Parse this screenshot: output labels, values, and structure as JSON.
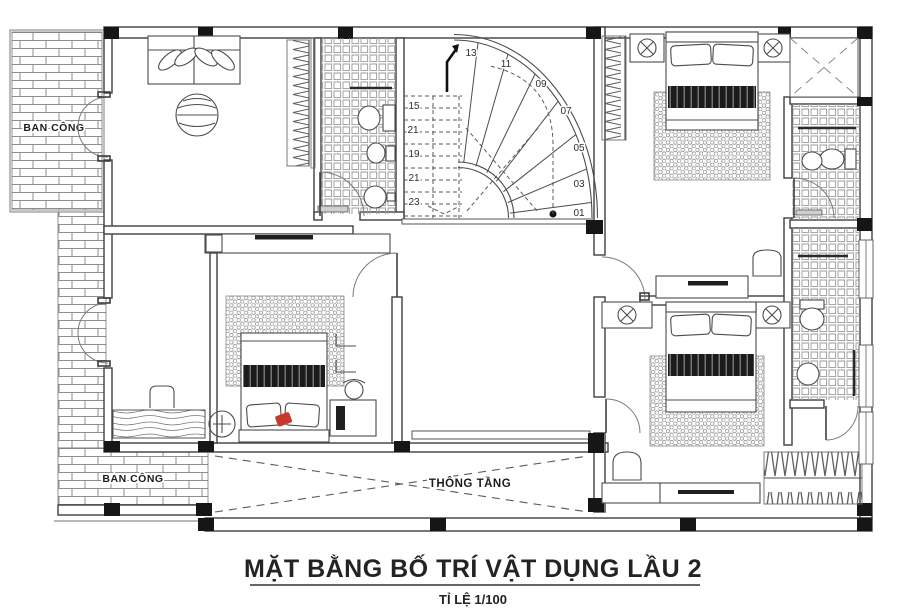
{
  "drawing": {
    "title": "MẶT BẰNG BỐ TRÍ VẬT DỤNG LẦU 2",
    "scale_note": "TỈ LỆ 1/100",
    "labels": {
      "balcony_upper": "BAN CÔNG",
      "balcony_lower": "BAN CÔNG",
      "void": "THÔNG TẦNG"
    },
    "stairs": {
      "solid_steps_top_to_bottom": [
        "13",
        "11",
        "09",
        "07",
        "05",
        "03",
        "01"
      ],
      "dashed_steps_top_to_bottom": [
        "15",
        "21",
        "19",
        "21",
        "23"
      ]
    },
    "colors": {
      "paper": "#ffffff",
      "ink": "#3f3f3f",
      "ink_light": "#8e8e8e",
      "column": "#161616",
      "accent_red": "#c6392f",
      "title": "#232323"
    }
  }
}
